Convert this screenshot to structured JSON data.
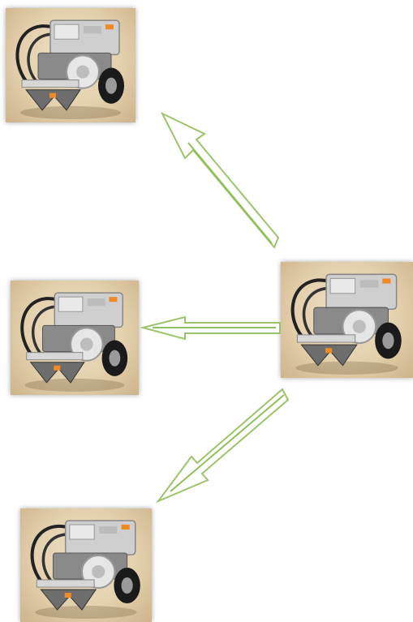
{
  "figure": {
    "center_image": "robot-photo",
    "direction_images": [
      "robot-photo-top",
      "robot-photo-left",
      "robot-photo-bottom"
    ],
    "arrow_color": "#8fbf5a",
    "photo_background": "#e6d3b0"
  }
}
